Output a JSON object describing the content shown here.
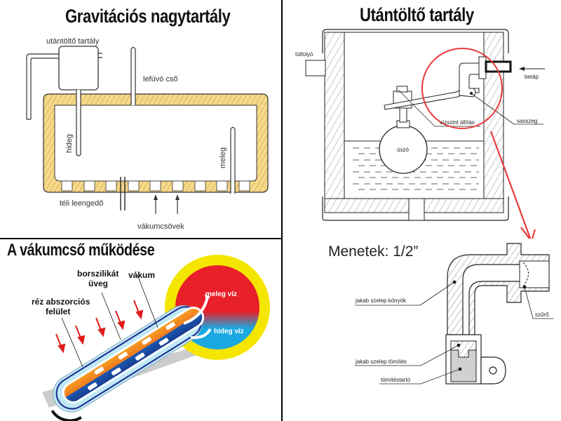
{
  "panels": {
    "gravity_tank": {
      "title": "Gravitációs nagytartály",
      "labels": {
        "refill_tank": "utántöltő tartály",
        "vent_pipe": "lefúvó cső",
        "cold": "hideg",
        "warm": "meleg",
        "winter_drain": "téli leengedő",
        "vacuum_tubes": "vákumcsövek"
      },
      "colors": {
        "insulation": "#f7d98a",
        "insulation_hatch": "#b8923a",
        "line": "#222222"
      }
    },
    "refill_tank": {
      "title": "Utántöltő tartály",
      "labels": {
        "overflow": "túlfolyó",
        "inlet": "betáp",
        "level_adjust": "vízszint állítás",
        "pin": "sasszeg",
        "float": "úszó"
      },
      "colors": {
        "highlight_circle": "#e83a3a",
        "arrow": "#e83a3a"
      }
    },
    "vacuum_tube": {
      "title": "A vákumcső működése",
      "labels": {
        "borosilicate_glass_line1": "borszilikát",
        "borosilicate_glass_line2": "üveg",
        "vacuum": "vákum",
        "copper_absorber_line1": "réz abszorciós",
        "copper_absorber_line2": "felület",
        "warm_water": "meleg víz",
        "cold_water": "hideg víz"
      },
      "colors": {
        "tank_ring": "#f5e600",
        "hot": "#e8202a",
        "cold": "#1aa8e0",
        "sun_arrows": "#e01a1a",
        "tube_glass": "#bfe8f5",
        "inner_hot": "#f07a20",
        "inner_cold": "#1a4aa0"
      }
    },
    "valve_detail": {
      "title": "Menetek: 1/2”",
      "labels": {
        "elbow": "jakab szelep könyök",
        "filter": "szűrő",
        "seal": "jakab szelep tömítés",
        "seal_holder": "tömítéstartó"
      }
    }
  }
}
